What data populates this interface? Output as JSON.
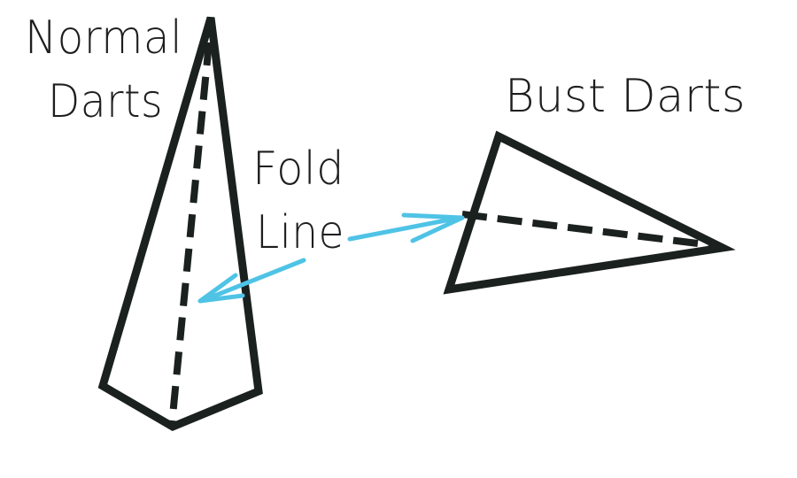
{
  "labels": {
    "normal_darts": [
      "Normal",
      "Darts"
    ],
    "fold_line": [
      "Fold",
      "Line"
    ],
    "bust_darts": "Bust Darts"
  },
  "colors": {
    "outline": "#1b211f",
    "arrow": "#4fc3e6",
    "background": "#ffffff"
  },
  "icons": {
    "arrow_left": "fold-line-arrow-to-normal-dart-icon",
    "arrow_right": "fold-line-arrow-to-bust-dart-icon"
  }
}
